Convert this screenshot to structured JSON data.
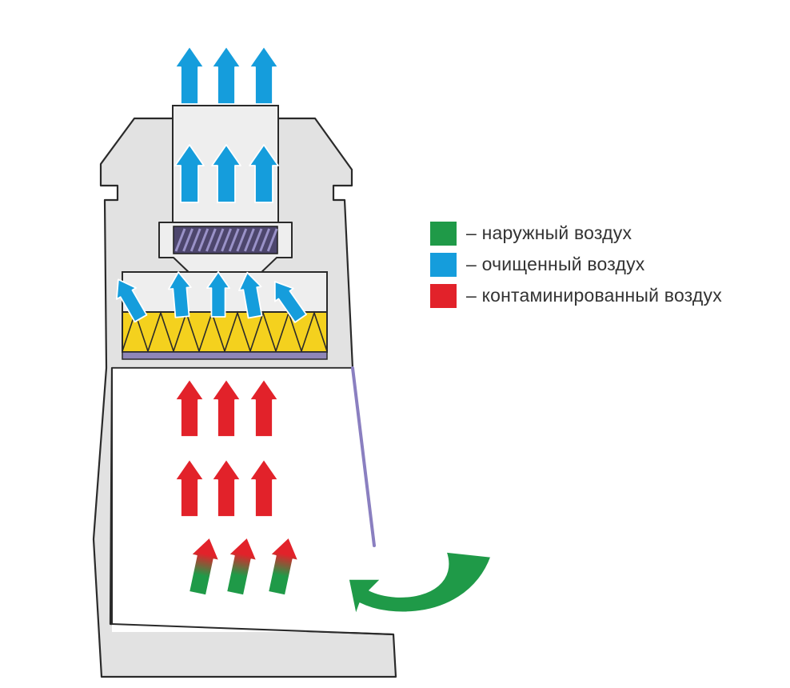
{
  "colors": {
    "cabinet_fill": "#e2e2e2",
    "cabinet_stroke": "#2a2a2a",
    "chamber_fill": "#ffffff",
    "filter_yellow": "#f4d11e",
    "filter_purple": "#8f86b8",
    "sash_purple": "#8a7fc0",
    "fan_fill": "#4d466d",
    "outside_air": "#1f9a48",
    "clean_air": "#159ddc",
    "contaminated_air": "#e2222a"
  },
  "legend": {
    "items": [
      {
        "label": "– наружный воздух",
        "color": "#1f9a48",
        "icon": "green-swatch"
      },
      {
        "label": "– очищенный воздух",
        "color": "#159ddc",
        "icon": "blue-swatch"
      },
      {
        "label": "– контаминированный воздух",
        "color": "#e2222a",
        "icon": "red-swatch"
      }
    ]
  }
}
